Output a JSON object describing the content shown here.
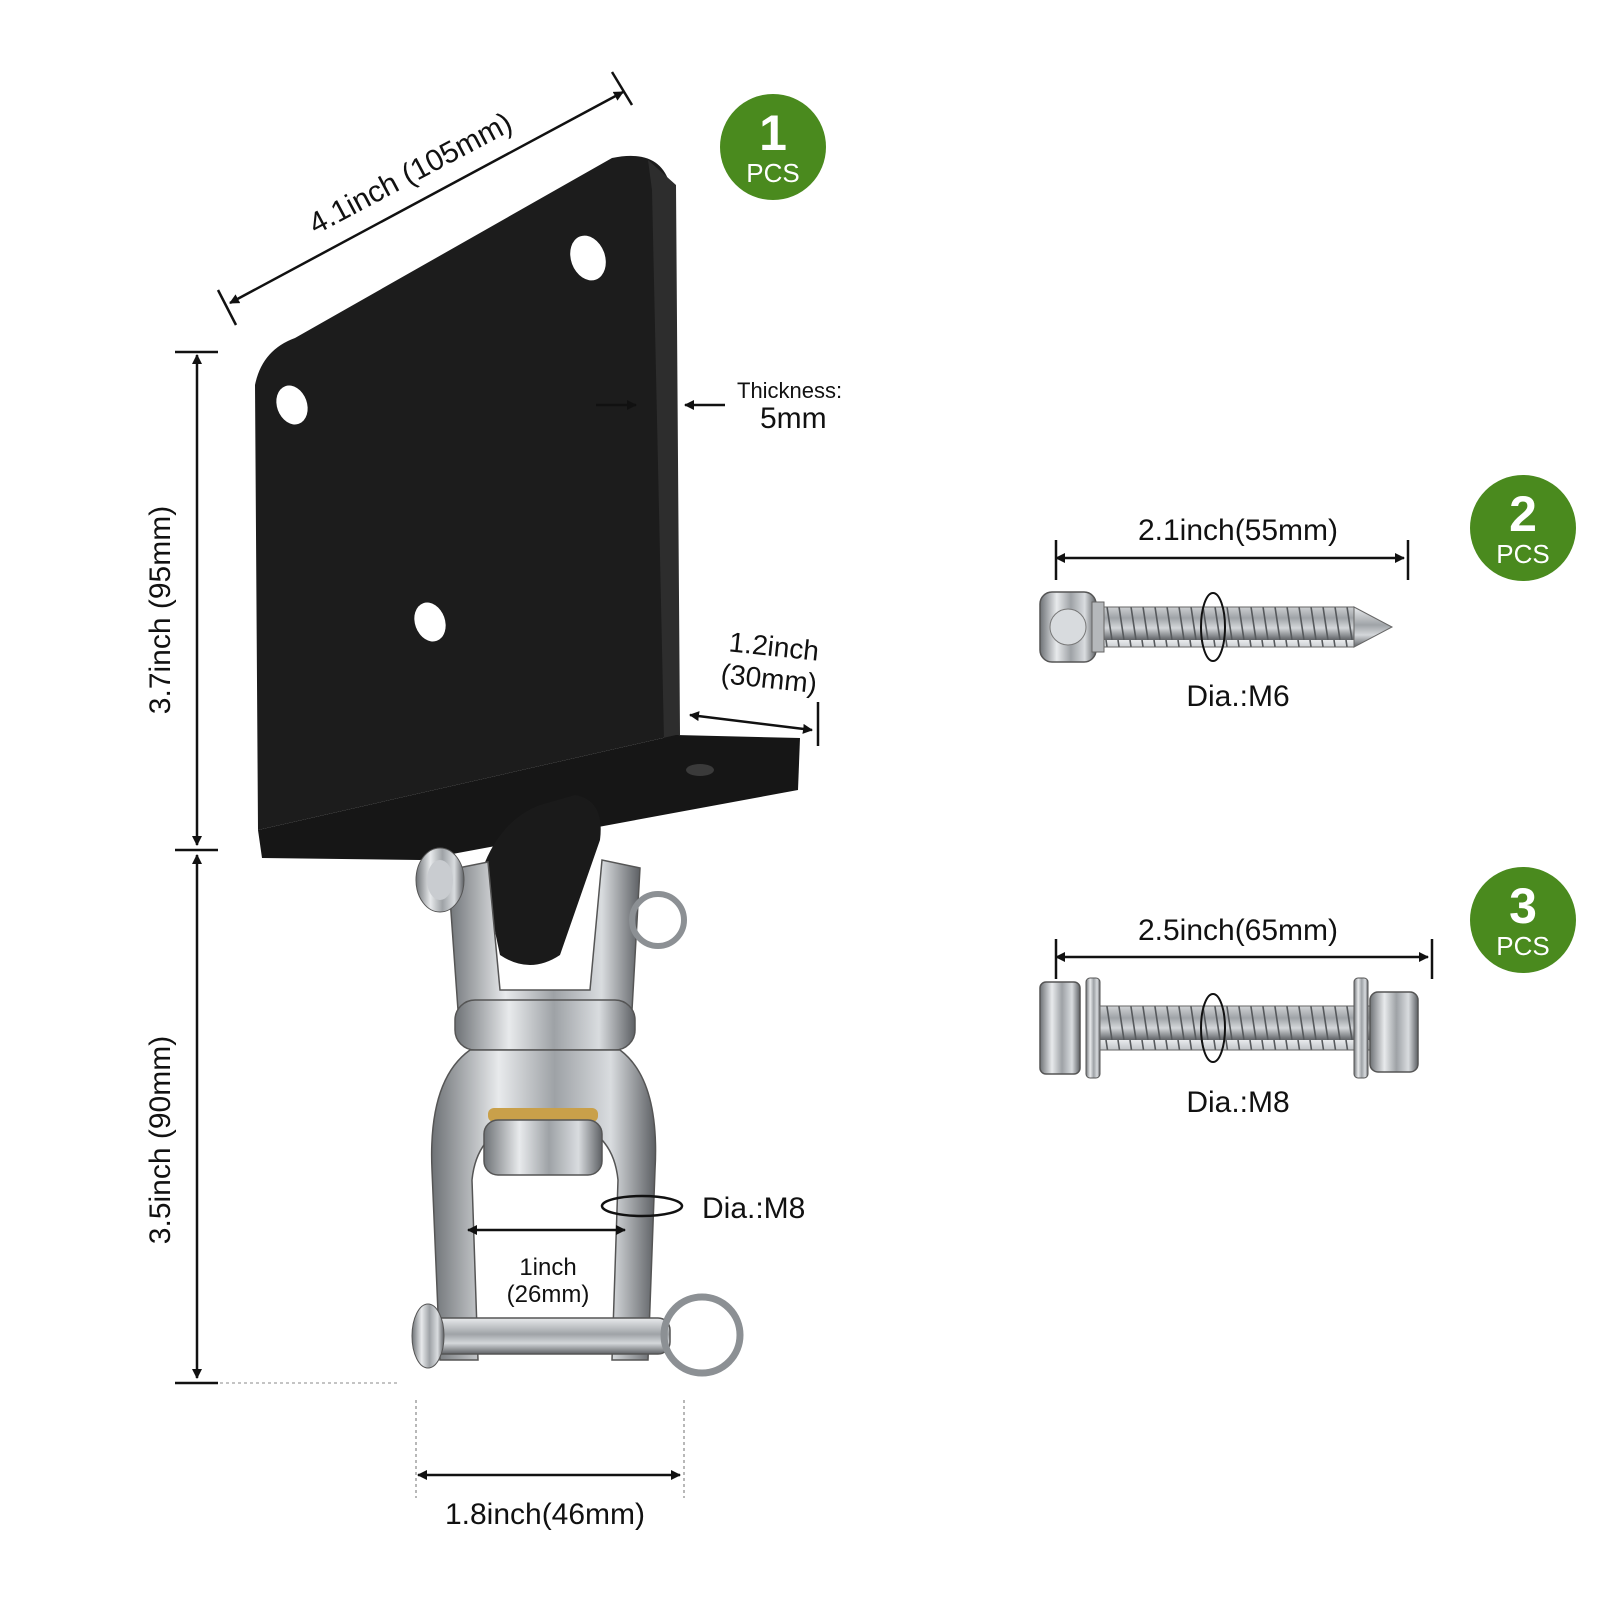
{
  "bracket": {
    "width_label": "4.1inch (105mm)",
    "height_label": "3.7inch (95mm)",
    "thickness_label": "Thickness:",
    "thickness_value": "5mm",
    "base_depth_line1": "1.2inch",
    "base_depth_line2": "(30mm)",
    "quantity": "1",
    "quantity_unit": "PCS"
  },
  "swivel": {
    "length_label": "3.5inch (90mm)",
    "pin_dia_label": "Dia.:M8",
    "opening_line1": "1inch",
    "opening_line2": "(26mm)",
    "width_label": "1.8inch(46mm)"
  },
  "screw": {
    "length_label": "2.1inch(55mm)",
    "dia_label": "Dia.:M6",
    "quantity": "2",
    "quantity_unit": "PCS"
  },
  "bolt": {
    "length_label": "2.5inch(65mm)",
    "dia_label": "Dia.:M8",
    "quantity": "3",
    "quantity_unit": "PCS"
  },
  "colors": {
    "badge_green": "#4a8a1e",
    "plate_black": "#1c1c1c",
    "steel": "#b5b8bb",
    "brass": "#c9a04a"
  }
}
